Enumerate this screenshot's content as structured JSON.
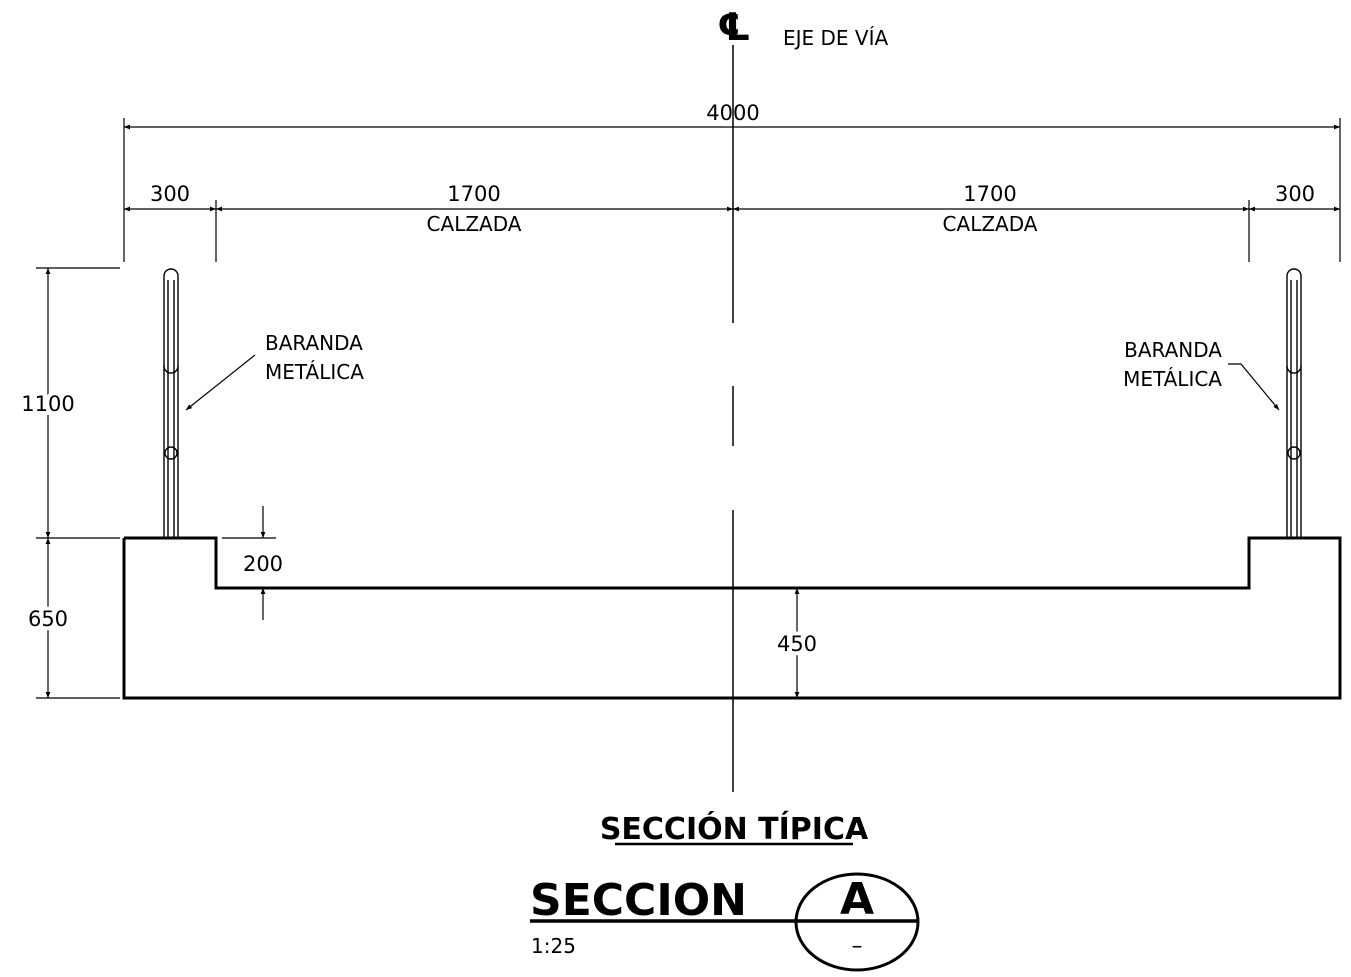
{
  "centerline": {
    "symbol": "℄",
    "label": "EJE  DE  VÍA"
  },
  "dimensions": {
    "total_width": "4000",
    "left_curb": "300",
    "left_roadway": "1700",
    "left_roadway_label": "CALZADA",
    "right_roadway": "1700",
    "right_roadway_label": "CALZADA",
    "right_curb": "300",
    "railing_height": "1100",
    "base_height": "650",
    "curb_step": "200",
    "slab_thickness": "450"
  },
  "callouts": {
    "left_line1": "BARANDA",
    "left_line2": "METÁLICA",
    "right_line1": "BARANDA",
    "right_line2": "METÁLICA"
  },
  "titles": {
    "section_title": "SECCIÓN  TÍPICA",
    "label_word": "SECCION",
    "scale": "1:25",
    "section_letter": "A",
    "sheet_ref": "–"
  },
  "colors": {
    "ink": "#000000",
    "background": "#ffffff"
  }
}
